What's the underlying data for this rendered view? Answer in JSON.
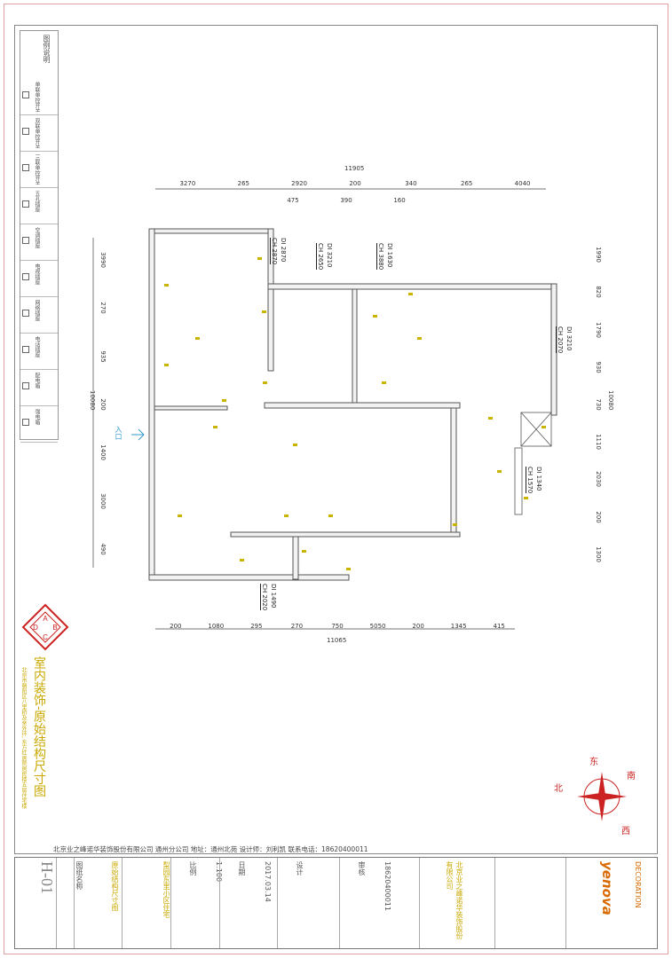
{
  "legend": {
    "title": "图例说明",
    "rows": [
      "单联单控开关",
      "双联单控开关",
      "三联单控开关",
      "五孔插座",
      "空调插座",
      "电视插座",
      "网络插座",
      "电话插座",
      "配电箱",
      "强电箱"
    ]
  },
  "dims_top": {
    "total": "11905",
    "segments": [
      "3270",
      "265",
      "2920",
      "200",
      "340",
      "265",
      "4040"
    ],
    "sub": [
      "475",
      "390",
      "160"
    ]
  },
  "dims_bottom": {
    "total": "11065",
    "segments": [
      "200",
      "1080",
      "295",
      "270",
      "750",
      "5050",
      "200",
      "1345",
      "415"
    ]
  },
  "dims_left": {
    "total": "10080",
    "segments": [
      "3990",
      "270",
      "935",
      "200",
      "1400",
      "3000",
      "490"
    ]
  },
  "dims_right": {
    "total": "10080",
    "segments": [
      "1990",
      "820",
      "1790",
      "930",
      "730",
      "1110",
      "2030",
      "200",
      "1300"
    ]
  },
  "ceiling_labels": [
    {
      "ch": "CH 2870",
      "di": "DI 2870"
    },
    {
      "ch": "CH 2650",
      "di": "DI 3210"
    },
    {
      "ch": "CH 3880",
      "di": "DI 1630"
    },
    {
      "ch": "CH 2070",
      "di": "DI 3210"
    },
    {
      "ch": "CH 1570",
      "di": "DI 1340"
    },
    {
      "ch": "CH 2020",
      "di": "DI 1490"
    }
  ],
  "entry_label": "入口",
  "logo_letters": [
    "A",
    "B",
    "C",
    "D"
  ],
  "title_big": "室内装饰-原始结构尺寸图",
  "title_small": "北京市朝阳区八里桥及亲外环, 东方红居院居民楼五层住宅楼",
  "compass": {
    "east": "东",
    "south": "南",
    "west": "西",
    "north": "北"
  },
  "footer": "北京业之峰诺华装饰股份有限公司  通州分公司  地址：通州北苑  设计师：刘利凯   联系电话：18620400011",
  "titleblock": {
    "sheet_no": "H-01",
    "drawing_name_label": "图纸名称",
    "drawing_name": "原始结构尺寸图",
    "project": "梨园东里小区住宅",
    "scale_label": "比例",
    "scale": "1:100",
    "date_label": "日期",
    "date": "2017.03.14",
    "designer_label": "设计",
    "drawn_label": "审核",
    "phone": "18620400011",
    "company": "北京业之峰诺华装饰股份有限公司",
    "brand": "yenova",
    "brand_sub": "DECORATION"
  }
}
